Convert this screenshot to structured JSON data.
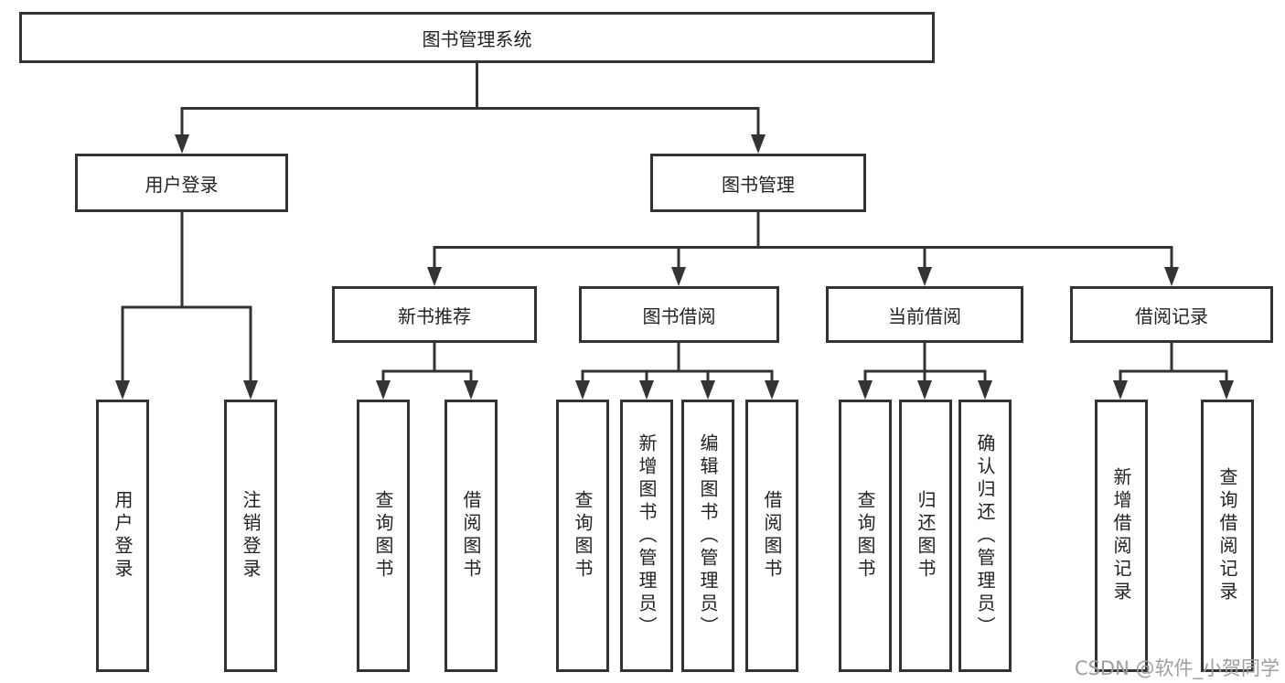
{
  "diagram": {
    "root": {
      "label": "图书管理系统"
    },
    "level2": [
      {
        "id": "user-login",
        "label": "用户登录"
      },
      {
        "id": "book-mgmt",
        "label": "图书管理"
      }
    ],
    "level3": [
      {
        "id": "new-book",
        "label": "新书推荐"
      },
      {
        "id": "book-borrow",
        "label": "图书借阅"
      },
      {
        "id": "current-borrow",
        "label": "当前借阅"
      },
      {
        "id": "borrow-record",
        "label": "借阅记录"
      }
    ],
    "leaves": {
      "user_login": [
        "用户登录",
        "注销登录"
      ],
      "new_book": [
        "查询图书",
        "借阅图书"
      ],
      "book_borrow": [
        "查询图书",
        "新增图书（管理员）",
        "编辑图书（管理员）",
        "借阅图书"
      ],
      "current_borrow": [
        "查询图书",
        "归还图书",
        "确认归还（管理员）"
      ],
      "borrow_record": [
        "新增借阅记录",
        "查询借阅记录"
      ]
    }
  },
  "watermark": {
    "text": "CSDN @软件_小贺同学"
  },
  "colors": {
    "line": "#333333",
    "text": "#222222",
    "background": "#ffffff",
    "watermark": "#9e9e9e"
  }
}
